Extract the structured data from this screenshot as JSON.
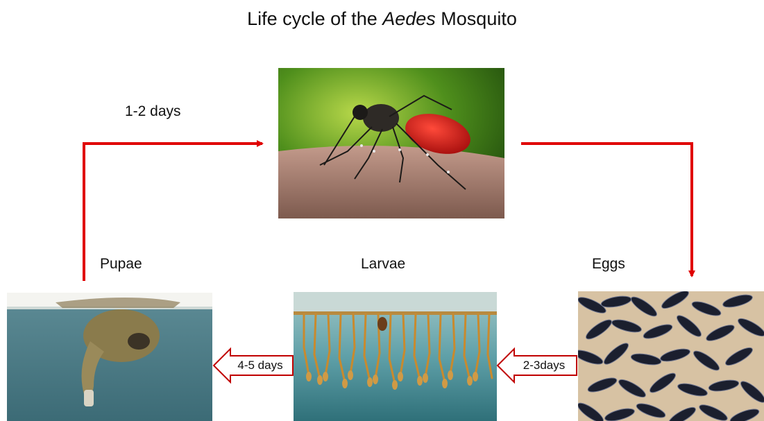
{
  "title": {
    "prefix": "Life cycle of the ",
    "italic": "Aedes",
    "suffix": " Mosquito"
  },
  "stages": {
    "adult": {
      "icon": "adult-mosquito-photo"
    },
    "eggs": {
      "label": "Eggs",
      "icon": "mosquito-eggs-photo"
    },
    "larvae": {
      "label": "Larvae",
      "icon": "mosquito-larvae-photo"
    },
    "pupae": {
      "label": "Pupae",
      "icon": "mosquito-pupa-photo"
    }
  },
  "transitions": {
    "pupae_to_adult": "1-2 days",
    "eggs_to_larvae": "2-3days",
    "larvae_to_pupae": "4-5 days"
  },
  "colors": {
    "arrow": "#e00000",
    "hollow_arrow_stroke": "#c00000"
  }
}
